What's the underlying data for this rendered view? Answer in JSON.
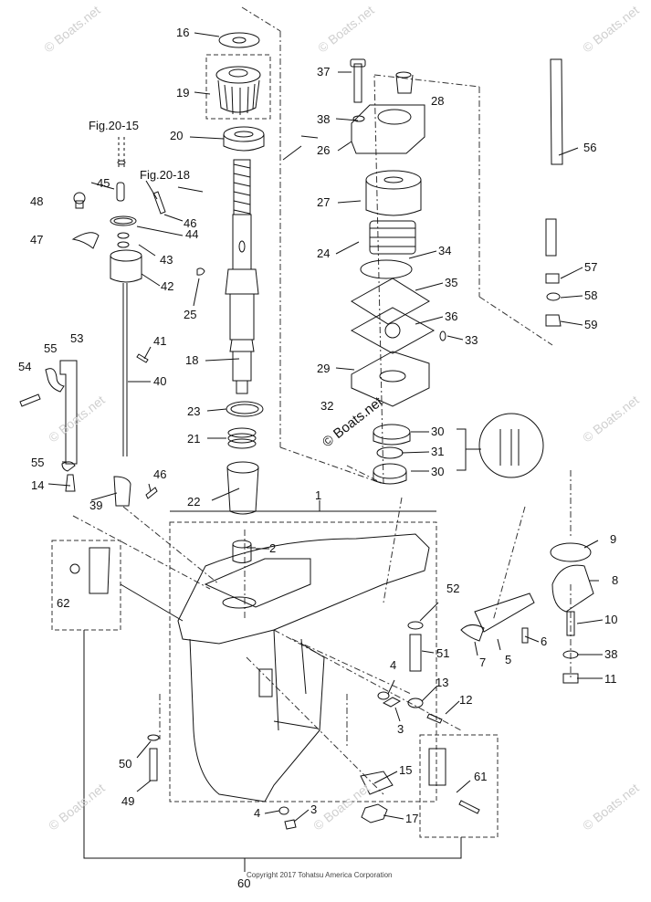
{
  "labels": {
    "p1": "1",
    "p2": "2",
    "p3a": "3",
    "p3b": "3",
    "p4a": "4",
    "p4b": "4",
    "p5": "5",
    "p6": "6",
    "p7": "7",
    "p8": "8",
    "p9": "9",
    "p10": "10",
    "p11": "11",
    "p12": "12",
    "p13": "13",
    "p14": "14",
    "p15": "15",
    "p16": "16",
    "p17": "17",
    "p18": "18",
    "p19": "19",
    "p20": "20",
    "p21": "21",
    "p22": "22",
    "p23": "23",
    "p24": "24",
    "p25": "25",
    "p26": "26",
    "p27": "27",
    "p28": "28",
    "p29": "29",
    "p30a": "30",
    "p30b": "30",
    "p31": "31",
    "p32": "32",
    "p33": "33",
    "p34": "34",
    "p35": "35",
    "p36": "36",
    "p37": "37",
    "p38a": "38",
    "p38b": "38",
    "p39": "39",
    "p40": "40",
    "p41": "41",
    "p42": "42",
    "p43": "43",
    "p44": "44",
    "p45": "45",
    "p46a": "46",
    "p46b": "46",
    "p47": "47",
    "p48": "48",
    "p49": "49",
    "p50": "50",
    "p51": "51",
    "p52": "52",
    "p53": "53",
    "p54": "54",
    "p55a": "55",
    "p55b": "55",
    "p56": "56",
    "p57": "57",
    "p58": "58",
    "p59": "59",
    "p60": "60",
    "p61": "61",
    "p62": "62",
    "fig1": "Fig.20-15",
    "fig2": "Fig.20-18"
  },
  "watermark": "© Boats.net",
  "copyright": "Copyright 2017 Tohatsu America Corporation"
}
